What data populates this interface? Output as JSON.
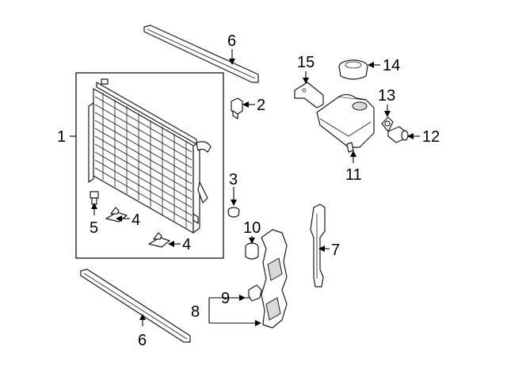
{
  "callouts": {
    "c1": "1",
    "c2": "2",
    "c3": "3",
    "c4a": "4",
    "c4b": "4",
    "c5": "5",
    "c6top": "6",
    "c6bottom": "6",
    "c7": "7",
    "c8": "8",
    "c9": "9",
    "c10": "10",
    "c11": "11",
    "c12": "12",
    "c13": "13",
    "c14": "14",
    "c15": "15"
  },
  "colors": {
    "line": "#1a1a1a",
    "shade": "#d9d9d9",
    "background": "#ffffff"
  }
}
